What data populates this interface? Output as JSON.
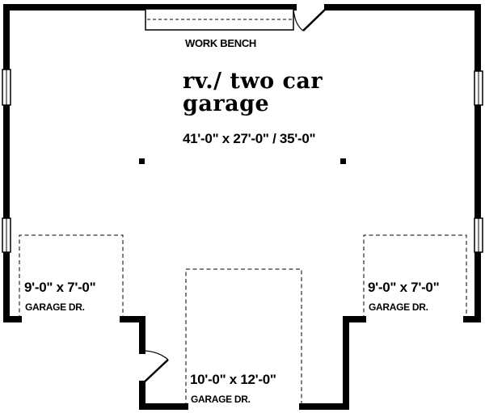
{
  "plan": {
    "title_line1": "rv./ two car",
    "title_line2": "garage",
    "overall_dimensions": "41'-0\" x 27'-0\" / 35'-0\"",
    "workbench_label": "WORK BENCH",
    "doors": [
      {
        "id": "left",
        "size": "9'-0\" x 7'-0\"",
        "type": "GARAGE DR."
      },
      {
        "id": "center",
        "size": "10'-0\" x 12'-0\"",
        "type": "GARAGE DR."
      },
      {
        "id": "right",
        "size": "9'-0\" x 7'-0\"",
        "type": "GARAGE DR."
      }
    ],
    "colors": {
      "wall": "#000000",
      "background": "#ffffff"
    }
  }
}
